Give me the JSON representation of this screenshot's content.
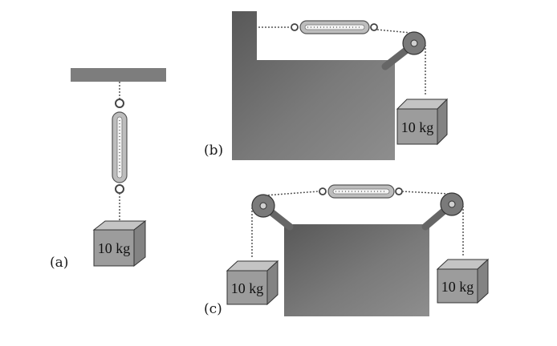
{
  "panels": {
    "a": {
      "caption": "(a)",
      "block_label": "10 kg"
    },
    "b": {
      "caption": "(b)",
      "block_label": "10 kg"
    },
    "c": {
      "caption": "(c)",
      "left_block_label": "10 kg",
      "right_block_label": "10 kg"
    }
  },
  "colors": {
    "ceiling": "#7d7d7d",
    "table": "#6e6e6e",
    "block_front": "#9c9c9c",
    "block_top": "#c4c4c4",
    "block_side": "#838383",
    "scale_body": "#bdbdbd",
    "chain": "#555555",
    "pulley": "#7a7a7a"
  }
}
